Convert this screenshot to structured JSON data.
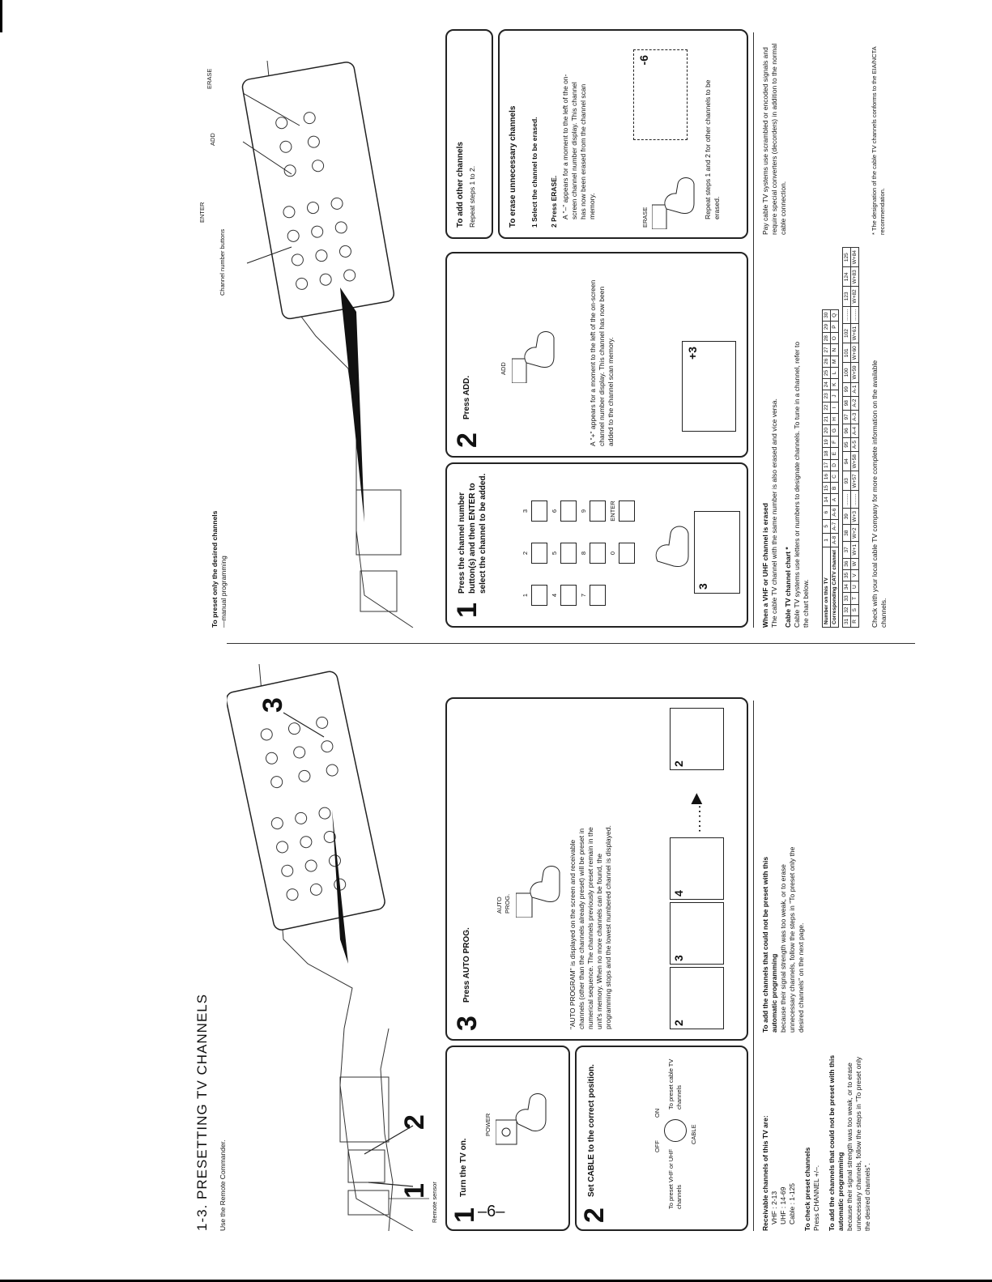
{
  "header": {
    "title": "1-3.  PRESETTING  TV  CHANNELS",
    "subtitle": "Use the Remote Commander."
  },
  "callouts": {
    "one": "1",
    "two": "2",
    "three": "3",
    "remote_sensor": "Remote sensor",
    "channel_number_buttons": "Channel number buttons",
    "enter": "ENTER",
    "add": "ADD",
    "erase": "ERASE"
  },
  "auto_steps": [
    {
      "num": "1",
      "title": "Turn the TV on.",
      "label": "POWER"
    },
    {
      "num": "2",
      "title": "Set CABLE to the correct position.",
      "off": "OFF",
      "on": "ON",
      "cable": "CABLE",
      "left_note": "To preset VHF or UHF channels",
      "right_note": "To preset cable TV channels"
    },
    {
      "num": "3",
      "title": "Press AUTO PROG.",
      "label": "AUTO PROG.",
      "body": "\"AUTO PROGRAM\" is displayed on the screen and receivable channels (other than the channels already preset) will be preset in numerical sequence. The channels previously preset remain in the unit's memory. When no more channels can be found, the programming stops and the lowest numbered channel is displayed.",
      "frames": [
        "2",
        "3",
        "4",
        "2"
      ]
    }
  ],
  "manual": {
    "heading": "To preset only the desired channels",
    "subheading": "—manual programming",
    "step1": {
      "num": "1",
      "title": "Press the channel number button(s) and then ENTER to select the channel to be added.",
      "keys": [
        "1",
        "2",
        "3",
        "4",
        "5",
        "6",
        "7",
        "8",
        "9",
        "0",
        "ENTER"
      ],
      "frame": "3"
    },
    "step2": {
      "num": "2",
      "title": "Press ADD.",
      "label": "ADD",
      "body": "A \"+\" appears for a moment to the left of the on-screen channel number display. This channel has now been added to the channel scan memory.",
      "frame": "+3"
    },
    "add_other": {
      "title": "To add other channels",
      "body": "Repeat steps 1 to 2."
    },
    "erase": {
      "title": "To erase unnecessary channels",
      "s1": "1  Select the channel to be erased.",
      "s2": "2  Press ERASE.",
      "body": "A \"–\" appears for a moment to the left of the on-screen channel number display. This channel has now been erased from the channel scan memory.",
      "label": "ERASE",
      "frame": "-6",
      "repeat": "Repeat steps 1 and 2 for other channels to be erased."
    }
  },
  "notes": {
    "receivable_title": "Receivable channels of this TV are:",
    "vhf": "VHF : 2-13",
    "uhf": "UHF : 14-69",
    "cable": "Cable : 1-125",
    "check_title": "To check preset channels",
    "check_body": "Press CHANNEL +/–.",
    "add_title_a": "To add the channels that could not be preset with this automatic programming",
    "add_body_a": "because their signal strength was too weak, or to erase unnecessary channels, follow the steps in \"To preset only the desired channels\".",
    "add_title_b": "To add the channels that could not be preset with this automatic programming",
    "add_body_b": "because their signal strength was too weak, or to erase unnecessary channels, follow the steps in \"To preset only the desired channels\" on the next page.",
    "vhf_erased_title": "When a VHF or UHF channel is erased",
    "vhf_erased_body": "The cable TV channel with the same number is also erased and vice versa.",
    "chart_title": "Cable TV channel chart *",
    "chart_body": "Cable TV systems use letters or numbers to designate channels. To tune in a channel, refer to the chart below.",
    "pay_cable": "Pay cable TV systems use scrambled or encoded signals and require special converters (decorders) in addition to the normal cable connection.",
    "check_local": "Check with your local cable TV company for more complete information on the available channels.",
    "footnote": "* The designation of the cable TV channels conforms to the EIA/NCTA recommendation."
  },
  "channel_chart": {
    "row1_label": "Number on this TV",
    "row2_label": "Corresponding CATV channel",
    "row1": [
      "1",
      "5",
      "6",
      "14",
      "15",
      "16",
      "17",
      "18",
      "19",
      "20",
      "21",
      "22",
      "23",
      "24",
      "25",
      "26",
      "27",
      "28",
      "29",
      "30"
    ],
    "row2": [
      "A-8",
      "A-7",
      "A-6",
      "A",
      "B",
      "C",
      "D",
      "E",
      "F",
      "G",
      "H",
      "I",
      "J",
      "K",
      "L",
      "M",
      "N",
      "O",
      "P",
      "Q"
    ],
    "row3": [
      "31",
      "32",
      "33",
      "34",
      "35",
      "36",
      "37",
      "38",
      "39",
      "........",
      "93",
      "94",
      "95",
      "96",
      "97",
      "98",
      "99",
      "100",
      "101",
      "102",
      "........",
      "123",
      "124",
      "125"
    ],
    "row4": [
      "R",
      "S",
      "T",
      "U",
      "V",
      "W",
      "W+1",
      "W+2",
      "W+3",
      "........",
      "W+57",
      "W+58",
      "A-5",
      "A-4",
      "A-3",
      "A-2",
      "A-1",
      "W+59",
      "W+60",
      "W+61",
      "........",
      "W+82",
      "W+83",
      "W+84"
    ]
  },
  "page_number": "–6–"
}
